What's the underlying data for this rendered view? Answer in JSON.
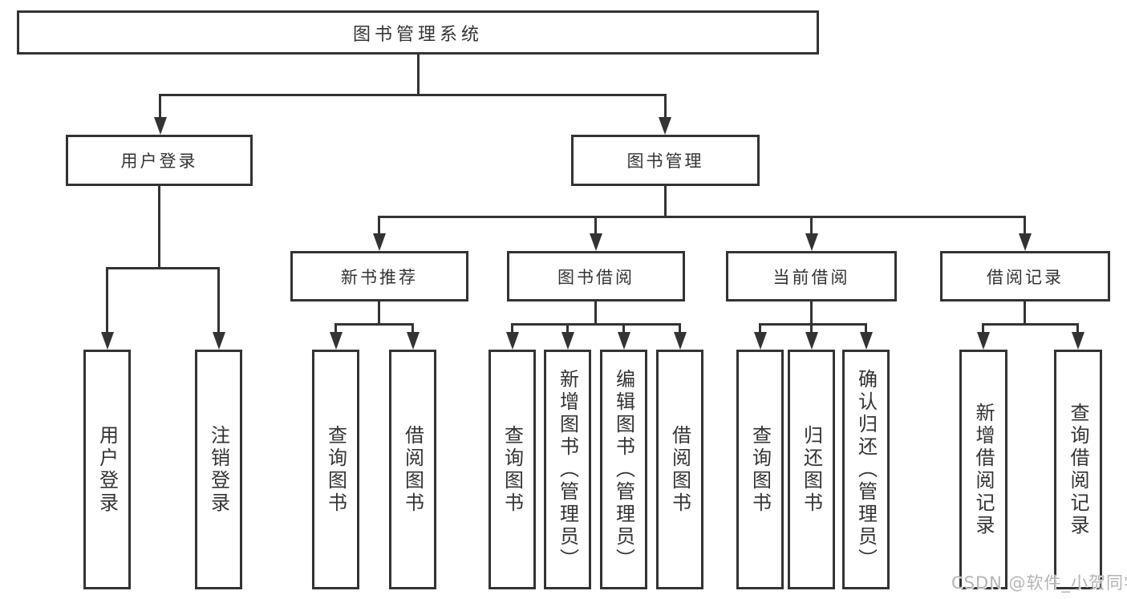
{
  "diagram": {
    "root": {
      "label": "图书管理系统"
    },
    "level2": [
      {
        "label": "用户登录"
      },
      {
        "label": "图书管理"
      }
    ],
    "level3": [
      {
        "label": "新书推荐",
        "parent": "图书管理"
      },
      {
        "label": "图书借阅",
        "parent": "图书管理"
      },
      {
        "label": "当前借阅",
        "parent": "图书管理"
      },
      {
        "label": "借阅记录",
        "parent": "图书管理"
      }
    ],
    "leaves": [
      {
        "label": "用户登录",
        "parent": "用户登录"
      },
      {
        "label": "注销登录",
        "parent": "用户登录"
      },
      {
        "label": "查询图书",
        "parent": "新书推荐"
      },
      {
        "label": "借阅图书",
        "parent": "新书推荐"
      },
      {
        "label": "查询图书",
        "parent": "图书借阅"
      },
      {
        "label": "新增图书（管理员）",
        "parent": "图书借阅"
      },
      {
        "label": "编辑图书（管理员）",
        "parent": "图书借阅"
      },
      {
        "label": "借阅图书",
        "parent": "图书借阅"
      },
      {
        "label": "查询图书",
        "parent": "当前借阅"
      },
      {
        "label": "归还图书",
        "parent": "当前借阅"
      },
      {
        "label": "确认归还（管理员）",
        "parent": "当前借阅"
      },
      {
        "label": "新增借阅记录",
        "parent": "借阅记录"
      },
      {
        "label": "查询借阅记录",
        "parent": "借阅记录"
      }
    ],
    "colors": {
      "line": "#333333",
      "box_border": "#333333",
      "box_background": "#ffffff",
      "text": "#333333"
    }
  },
  "watermark": {
    "text": "CSDN @软件_小贺同学",
    "color": "#b4b4b4"
  }
}
